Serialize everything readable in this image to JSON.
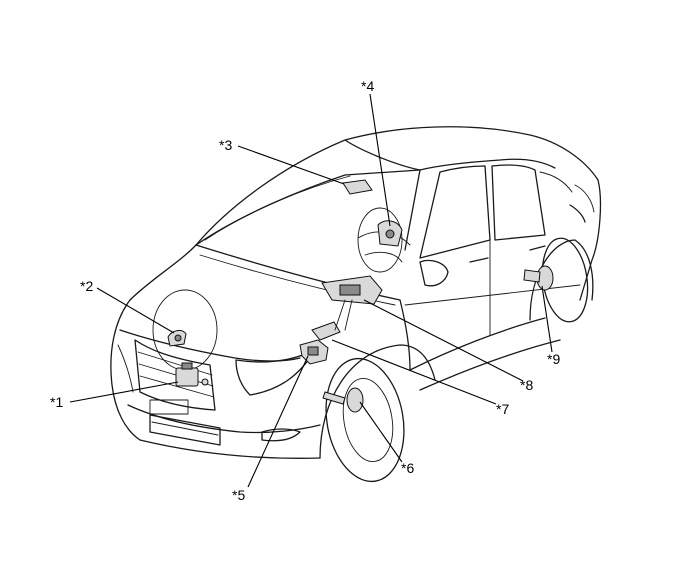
{
  "callouts": [
    {
      "id": "1",
      "text": "*1"
    },
    {
      "id": "2",
      "text": "*2"
    },
    {
      "id": "3",
      "text": "*3"
    },
    {
      "id": "4",
      "text": "*4"
    },
    {
      "id": "5",
      "text": "*5"
    },
    {
      "id": "6",
      "text": "*6"
    },
    {
      "id": "7",
      "text": "*7"
    },
    {
      "id": "8",
      "text": "*8"
    },
    {
      "id": "9",
      "text": "*9"
    }
  ]
}
